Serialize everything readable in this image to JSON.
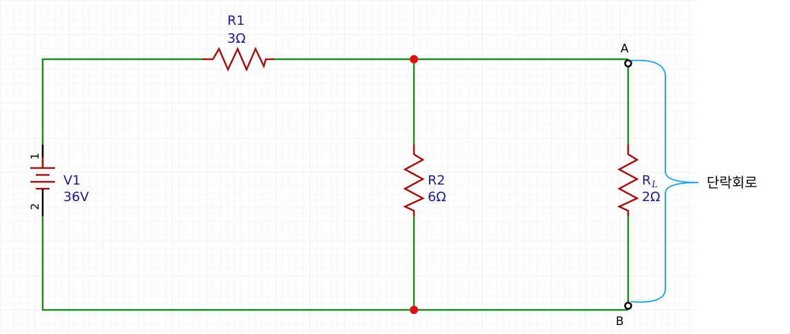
{
  "components": {
    "r1": {
      "name": "R1",
      "value": "3Ω"
    },
    "r2": {
      "name": "R2",
      "value": "6Ω"
    },
    "rl": {
      "name": "R",
      "subscript": "L",
      "value": "2Ω"
    },
    "v1": {
      "name": "V1",
      "value": "36V",
      "pin_plus": "1",
      "pin_minus": "2"
    }
  },
  "nodes": {
    "a": "A",
    "b": "B"
  },
  "annotation": {
    "text": "단락회로"
  },
  "colors": {
    "wire": "#1f8a1f",
    "resistor": "#a01010",
    "junction": "#dd1111",
    "component_label": "#1a1a8c",
    "brace": "#29a8e0",
    "grid": "#ececec"
  }
}
